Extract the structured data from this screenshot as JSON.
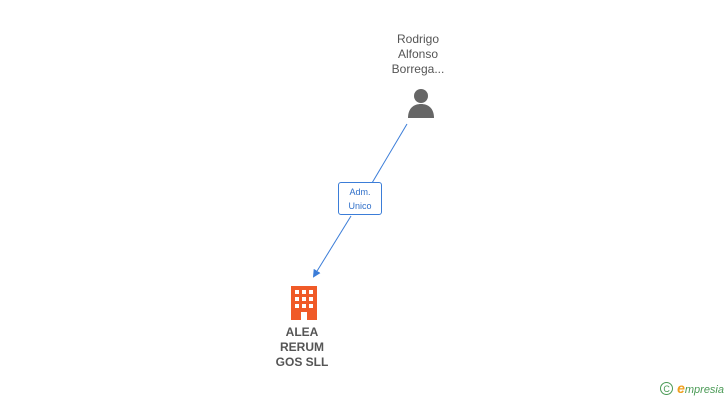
{
  "nodes": {
    "person": {
      "lines": [
        "Rodrigo",
        "Alfonso",
        "Borrega..."
      ]
    },
    "company": {
      "lines": [
        "ALEA",
        "RERUM",
        "GOS SLL"
      ]
    }
  },
  "edge": {
    "role_lines": [
      "Adm.",
      "Unico"
    ]
  },
  "brand": {
    "copyright_symbol": "C",
    "e_letter": "e",
    "name_rest": "mpresia"
  },
  "colors": {
    "person_icon": "#666666",
    "company_icon": "#f05a28",
    "edge": "#3b7dd8",
    "brand": "#4a9a55"
  }
}
